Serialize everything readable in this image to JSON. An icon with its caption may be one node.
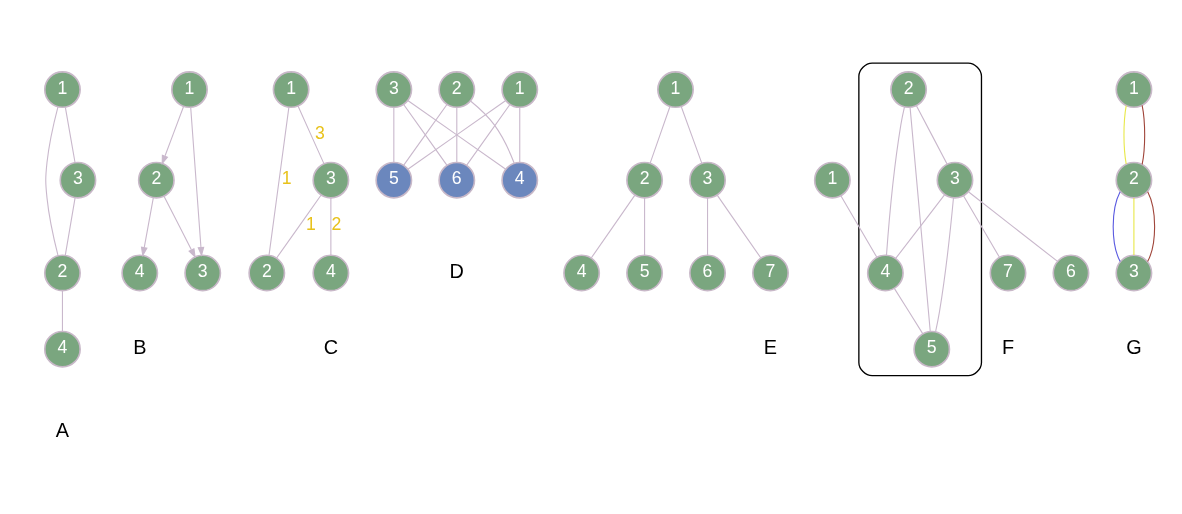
{
  "diagram": {
    "nodes": [
      {
        "text": [
          "1"
        ]
      },
      {
        "text": [
          "2"
        ]
      },
      {
        "text": [
          "3"
        ]
      },
      {
        "text": [
          "4"
        ]
      },
      {
        "text": [
          "1"
        ]
      },
      {
        "text": [
          "2"
        ]
      },
      {
        "text": [
          "3"
        ]
      },
      {
        "text": [
          "4"
        ]
      },
      {
        "text": [
          "1"
        ]
      },
      {
        "text": [
          "2"
        ]
      },
      {
        "text": [
          "3"
        ]
      },
      {
        "text": [
          "4"
        ]
      },
      {
        "text": [
          "1"
        ]
      },
      {
        "text": [
          "2"
        ]
      },
      {
        "text": [
          "3"
        ]
      },
      {
        "text": [
          "4"
        ]
      },
      {
        "text": [
          "5"
        ]
      },
      {
        "text": [
          "6"
        ]
      },
      {
        "text": [
          "1"
        ]
      },
      {
        "text": [
          "2"
        ]
      },
      {
        "text": [
          "3"
        ]
      },
      {
        "text": [
          "4"
        ]
      },
      {
        "text": [
          "5"
        ]
      },
      {
        "text": [
          "6"
        ]
      },
      {
        "text": [
          "7"
        ]
      },
      {
        "text": [],
        "shape": "ellipse"
      },
      {
        "text": [
          "1"
        ]
      },
      {
        "text": [
          "2"
        ],
        "in": 25
      },
      {
        "text": [
          "3"
        ],
        "in": 25
      },
      {
        "text": [
          "4"
        ],
        "in": 25
      },
      {
        "text": [
          "5"
        ],
        "in": 25
      },
      {
        "text": [
          "6"
        ]
      },
      {
        "text": [
          "7"
        ]
      },
      {
        "text": [
          "1"
        ]
      },
      {
        "text": [
          "2"
        ]
      },
      {
        "text": [
          "3"
        ]
      }
    ],
    "edges": [
      {
        "from": 0,
        "to": 2,
        "arrow": "none"
      },
      {
        "from": 0,
        "to": 1,
        "arrow": "none"
      },
      {
        "from": 2,
        "to": 1,
        "arrow": "none"
      },
      {
        "from": 1,
        "to": 3,
        "arrow": "none"
      },
      {
        "from": 4,
        "to": 6,
        "arrow": "to"
      },
      {
        "from": 4,
        "to": 5,
        "arrow": "to"
      },
      {
        "from": 5,
        "to": 6,
        "arrow": "to"
      },
      {
        "from": 5,
        "to": 7,
        "arrow": "to"
      },
      {
        "from": 8,
        "to": 10,
        "arrow": "none",
        "label": "3"
      },
      {
        "from": 10,
        "to": 11,
        "arrow": "none",
        "label": "2"
      },
      {
        "from": 10,
        "to": 9,
        "arrow": "none",
        "label": "1"
      },
      {
        "from": 8,
        "to": 9,
        "arrow": "none",
        "label": "1"
      },
      {
        "from": 12,
        "to": 15,
        "arrow": "none"
      },
      {
        "from": 12,
        "to": 16,
        "arrow": "none"
      },
      {
        "from": 12,
        "to": 17,
        "arrow": "none"
      },
      {
        "from": 13,
        "to": 15,
        "arrow": "none"
      },
      {
        "from": 13,
        "to": 16,
        "arrow": "none"
      },
      {
        "from": 13,
        "to": 17,
        "arrow": "none"
      },
      {
        "from": 14,
        "to": 15,
        "arrow": "none"
      },
      {
        "from": 14,
        "to": 16,
        "arrow": "none"
      },
      {
        "from": 14,
        "to": 17,
        "arrow": "none"
      },
      {
        "from": 18,
        "to": 19,
        "arrow": "none"
      },
      {
        "from": 18,
        "to": 20,
        "arrow": "none"
      },
      {
        "from": 19,
        "to": 21,
        "arrow": "none"
      },
      {
        "from": 19,
        "to": 22,
        "arrow": "none"
      },
      {
        "from": 20,
        "to": 23,
        "arrow": "none"
      },
      {
        "from": 20,
        "to": 24,
        "arrow": "none"
      },
      {
        "from": 27,
        "to": 28,
        "arrow": "none"
      },
      {
        "from": 27,
        "to": 29,
        "arrow": "none"
      },
      {
        "from": 27,
        "to": 30,
        "arrow": "none"
      },
      {
        "from": 28,
        "to": 29,
        "arrow": "none"
      },
      {
        "from": 28,
        "to": 30,
        "arrow": "none"
      },
      {
        "from": 29,
        "to": 30,
        "arrow": "none"
      },
      {
        "from": 26,
        "to": 29,
        "arrow": "none"
      },
      {
        "from": 28,
        "to": 31,
        "arrow": "none"
      },
      {
        "from": 28,
        "to": 32,
        "arrow": "none"
      },
      {
        "from": 33,
        "to": 34,
        "arrow": "none",
        "color": "#e8e84a"
      },
      {
        "from": 33,
        "to": 34,
        "arrow": "none",
        "color": "#a0453a"
      },
      {
        "from": 34,
        "to": 35,
        "arrow": "none",
        "color": "#5a5ae0"
      },
      {
        "from": 34,
        "to": 35,
        "arrow": "none",
        "color": "#e8e84a"
      },
      {
        "from": 34,
        "to": 35,
        "arrow": "none",
        "color": "#a0453a"
      }
    ],
    "labels": [
      "A",
      "B",
      "C",
      "D",
      "E",
      "F",
      "G"
    ]
  }
}
